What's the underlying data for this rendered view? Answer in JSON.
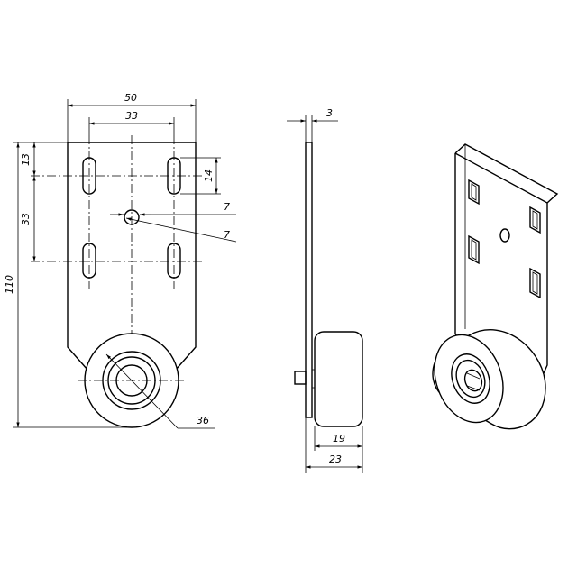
{
  "dimensions": {
    "width_total": "50",
    "hole_spacing_x": "33",
    "thickness": "3",
    "top_offset": "13",
    "slot_length": "14",
    "hole_spacing_y": "33",
    "center_hole_dia": "7",
    "slot_width": "7",
    "total_height": "110",
    "wheel_dia": "36",
    "wheel_width": "19",
    "overall_depth": "23"
  }
}
